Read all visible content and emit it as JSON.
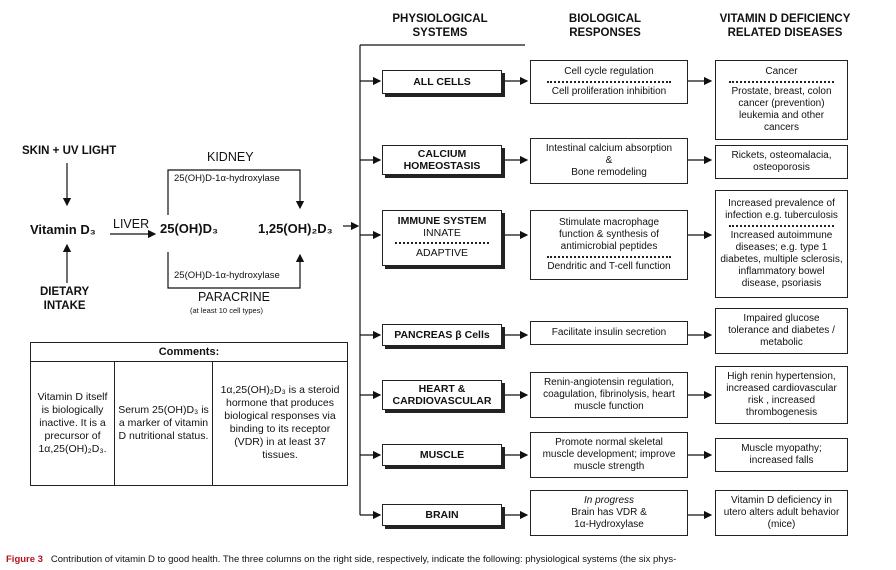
{
  "headers": {
    "systems": [
      "PHYSIOLOGICAL",
      "SYSTEMS"
    ],
    "responses": [
      "BIOLOGICAL",
      "RESPONSES"
    ],
    "diseases": [
      "VITAMIN D DEFICIENCY",
      "RELATED DISEASES"
    ]
  },
  "pathway": {
    "skin": "SKIN + UV LIGHT",
    "diet_1": "DIETARY",
    "diet_2": "INTAKE",
    "vitd": "Vitamin D₃",
    "liver": "LIVER",
    "oh": "25(OH)D₃",
    "dihydroxy": "1,25(OH)₂D₃",
    "kidney": "KIDNEY",
    "hydroxylase_top": "25(OH)D-1α-hydroxylase",
    "hydroxylase_bottom": "25(OH)D-1α-hydroxylase",
    "paracrine": "PARACRINE",
    "paracrine_note": "(at least 10 cell types)"
  },
  "comments": {
    "title": "Comments:",
    "col1": "Vitamin D itself is biologically inactive. It is a precursor of 1α,25(OH)₂D₃.",
    "col2": "Serum 25(OH)D₃ is a marker of vitamin D nutritional status.",
    "col3": "1α,25(OH)₂D₃ is a steroid hormone that produces biological responses via binding to its receptor (VDR) in at least 37 tissues."
  },
  "rows": [
    {
      "system": [
        "ALL CELLS"
      ],
      "responses": [
        "Cell cycle regulation",
        "Cell proliferation inhibition"
      ],
      "disease": [
        "Cancer",
        "Prostate, breast, colon cancer (prevention) leukemia and other cancers"
      ]
    },
    {
      "system": [
        "CALCIUM",
        "HOMEOSTASIS"
      ],
      "responses": [
        "Intestinal calcium absorption",
        "&",
        "Bone remodeling"
      ],
      "disease": [
        "Rickets, osteomalacia, osteoporosis"
      ]
    },
    {
      "system": [
        "IMMUNE SYSTEM",
        "INNATE",
        "ADAPTIVE"
      ],
      "responses": [
        "Stimulate macrophage function & synthesis of antimicrobial peptides",
        "Dendritic and T-cell function"
      ],
      "disease": [
        "Increased prevalence of infection e.g. tuberculosis",
        "Increased autoimmune diseases; e.g. type 1 diabetes, multiple sclerosis, inflammatory bowel disease, psoriasis"
      ]
    },
    {
      "system": [
        "PANCREAS β Cells"
      ],
      "responses": [
        "Facilitate insulin secretion"
      ],
      "disease": [
        "Impaired glucose tolerance and diabetes / metabolic"
      ]
    },
    {
      "system": [
        "HEART &",
        "CARDIOVASCULAR"
      ],
      "responses": [
        "Renin-angiotensin regulation, coagulation, fibrinolysis, heart muscle function"
      ],
      "disease": [
        "High renin hypertension, increased cardiovascular risk , increased thrombogenesis"
      ]
    },
    {
      "system": [
        "MUSCLE"
      ],
      "responses": [
        "Promote normal skeletal muscle development; improve muscle strength"
      ],
      "disease": [
        "Muscle myopathy; increased falls"
      ]
    },
    {
      "system": [
        "BRAIN"
      ],
      "responses": [
        "In progress",
        "Brain has VDR & 1α-Hydroxylase"
      ],
      "disease": [
        "Vitamin D deficiency in utero alters adult behavior (mice)"
      ]
    }
  ],
  "caption": {
    "label": "Figure 3",
    "text": "Contribution of vitamin D to good health. The three columns on the right side, respectively, indicate the following: physiological systems (the six phys-"
  }
}
